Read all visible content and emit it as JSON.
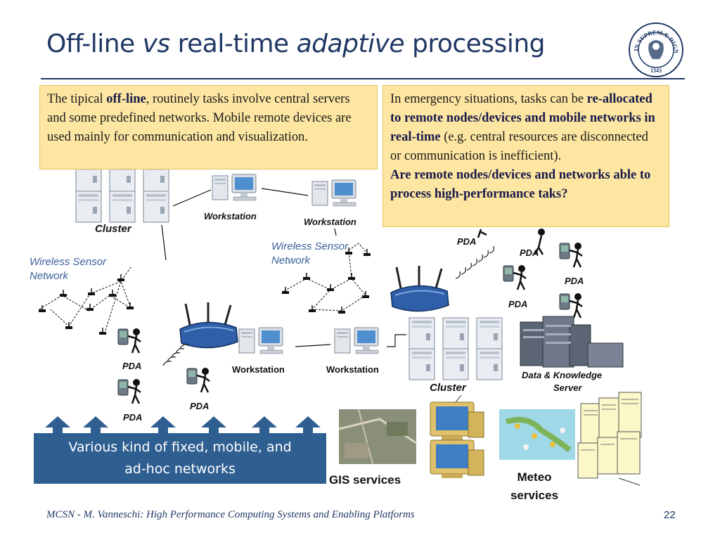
{
  "title": {
    "part1": "Off-line ",
    "part2": "vs",
    "part3": " real-time ",
    "part4": "adaptive",
    "part5": " processing"
  },
  "box_left": {
    "t1": "The tipical ",
    "t2": "off-line",
    "t3": ", routinely tasks involve central servers and some predefined networks. Mobile remote devices are used mainly for communication and visualization."
  },
  "box_right": {
    "t1": "In emergency situations, tasks can be ",
    "t2": "re-allocated to remote nodes/devices and mobile networks in real-time",
    "t3": " (e.g. central resources are disconnected or communication is inefficient).",
    "t4": "Are remote nodes/devices and networks able to process high-performance taks?"
  },
  "labels": {
    "cluster_top": "Cluster",
    "cluster_bottom": "Cluster",
    "workstation_1": "Workstation",
    "workstation_2": "Workstation",
    "workstation_3": "Workstation",
    "workstation_4": "Workstation",
    "wsn_left_1": "Wireless Sensor",
    "wsn_left_2": "Network",
    "wsn_mid_1": "Wireless Sensor",
    "wsn_mid_2": "Network",
    "pda": "PDA",
    "dk_server_1": "Data & Knowledge",
    "dk_server_2": "Server",
    "gis": "GIS services",
    "meteo_1": "Meteo",
    "meteo_2": "services"
  },
  "banner": {
    "line1": "Various kind of fixed, mobile, and",
    "line2": "ad-hoc networks"
  },
  "footer": {
    "left": "MCSN   -    M. Vanneschi: High Performance Computing Systems and Enabling Platforms",
    "page": "22"
  },
  "seal": {
    "text": "IN SUPREMÆ DIGNITATIS",
    "year": "1343"
  },
  "colors": {
    "title": "#1f3864",
    "box_fill": "#fde6a2",
    "banner": "#2f5f91"
  }
}
